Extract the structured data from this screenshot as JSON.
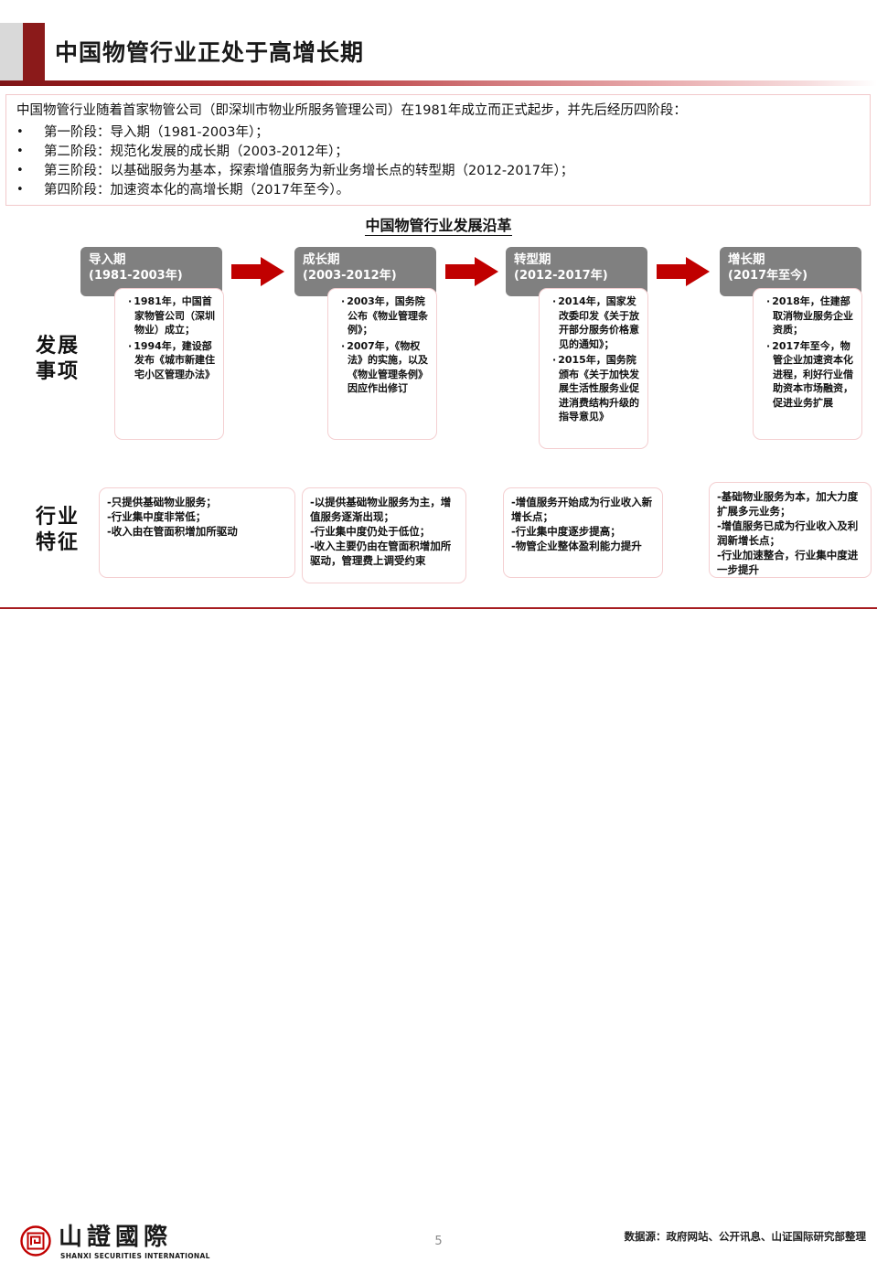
{
  "slide": {
    "title": "中国物管行业正处于高增长期",
    "page_number": "5",
    "accent_color": "#8b1a1a",
    "stage_header_color": "#808080",
    "arrow_color": "#c00000"
  },
  "intro": {
    "lead": "中国物管行业随着首家物管公司（即深圳市物业所服务管理公司）在1981年成立而正式起步，并先后经历四阶段：",
    "bullets": [
      "第一阶段：导入期（1981-2003年）；",
      "第二阶段：规范化发展的成长期（2003-2012年）；",
      "第三阶段：以基础服务为基本，探索增值服务为新业务增长点的转型期（2012-2017年）；",
      "第四阶段：加速资本化的高增长期（2017年至今）。"
    ]
  },
  "diagram": {
    "title": "中国物管行业发展沿革",
    "row_labels": {
      "develop_line1": "发展",
      "develop_line2": "事项",
      "feature_line1": "行业",
      "feature_line2": "特征"
    },
    "stages": [
      {
        "name": "导入期",
        "years": "(1981-2003年)",
        "events": [
          "1981年，中国首家物管公司（深圳物业）成立；",
          "1994年，建设部发布《城市新建住宅小区管理办法》"
        ],
        "features": "-只提供基础物业服务；\n-行业集中度非常低；\n-收入由在管面积增加所驱动"
      },
      {
        "name": "成长期",
        "years": "(2003-2012年)",
        "events": [
          "2003年，国务院公布《物业管理条例》；",
          "2007年，《物权法》的实施，以及《物业管理条例》因应作出修订"
        ],
        "features": "-以提供基础物业服务为主，增值服务逐渐出现；\n-行业集中度仍处于低位；\n-收入主要仍由在管面积增加所驱动，管理费上调受约束"
      },
      {
        "name": "转型期",
        "years": "(2012-2017年)",
        "events": [
          "2014年，国家发改委印发《关于放开部分服务价格意见的通知》；",
          "2015年，国务院颁布《关于加快发展生活性服务业促进消费结构升级的指导意见》"
        ],
        "features": "-增值服务开始成为行业收入新增长点；\n-行业集中度逐步提高；\n-物管企业整体盈利能力提升"
      },
      {
        "name": "增长期",
        "years": "(2017年至今)",
        "events": [
          "2018年，住建部取消物业服务企业资质；",
          "2017年至今，物管企业加速资本化进程，利好行业借助资本市场融资，促进业务扩展"
        ],
        "features": "-基础物业服务为本，加大力度扩展多元业务；\n-增值服务已成为行业收入及利润新增长点；\n-行业加速整合，行业集中度进一步提升"
      }
    ]
  },
  "footer": {
    "logo_cn": "山證國際",
    "logo_en": "SHANXI SECURITIES INTERNATIONAL",
    "source": "数据源：政府网站、公开讯息、山证国际研究部整理"
  }
}
